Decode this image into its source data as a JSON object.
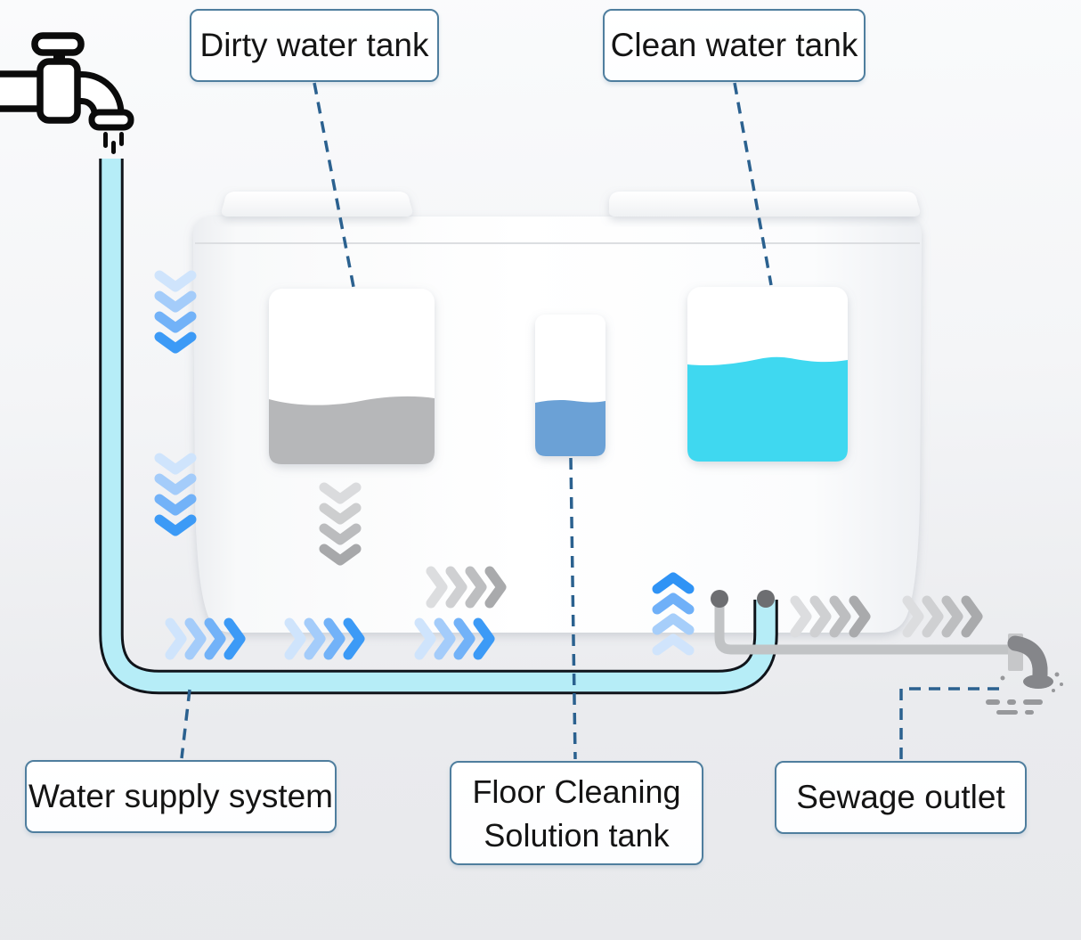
{
  "labels": {
    "dirty_tank": "Dirty water tank",
    "clean_tank": "Clean water tank",
    "water_supply": "Water supply system",
    "solution_tank_line1": "Floor Cleaning",
    "solution_tank_line2": "Solution tank",
    "sewage_outlet": "Sewage outlet"
  },
  "icons": {
    "faucet": "faucet-icon",
    "sewage_drain": "sewage-drain-icon",
    "flow_arrows": "chevron-flow-arrows"
  },
  "colors": {
    "background_top": "#fafbfc",
    "background_bottom": "#e8e9ec",
    "label_border": "#4f7e9e",
    "label_text": "#141414",
    "connector": "#2b618f",
    "machine_body": "#ffffff",
    "seam": "#dcdee1",
    "dirty_water": "#b6b7b9",
    "solution_water": "#6ba1d6",
    "clean_water": "#3fd8f0",
    "supply_pipe_fill": "#b6edf7",
    "pipe_outline": "#10141a",
    "drain_pipe": "#c1c3c5",
    "pipe_connector": "#6d6e71",
    "sewage_flange": "#c6c7c9",
    "sewage_spout": "#85868a",
    "spray": "#97989b",
    "faucet": "#0b0b0b",
    "arrows": {
      "blue_down": [
        "#cfe4fc",
        "#a4ccfa",
        "#72b2f8",
        "#3c9af6"
      ],
      "blue_right": [
        "#cfe4fc",
        "#a4ccfa",
        "#72b2f8",
        "#3c9af6"
      ],
      "blue_up": [
        "#2f93f5",
        "#6fb0f8",
        "#a6cefa",
        "#d0e4fc"
      ],
      "gray_down": [
        "#dadbdd",
        "#cdcecf",
        "#bbbcbe",
        "#a7a8aa"
      ],
      "gray_right": [
        "#dcdddf",
        "#cfd0d2",
        "#bdbec0",
        "#a9aaac"
      ]
    }
  }
}
